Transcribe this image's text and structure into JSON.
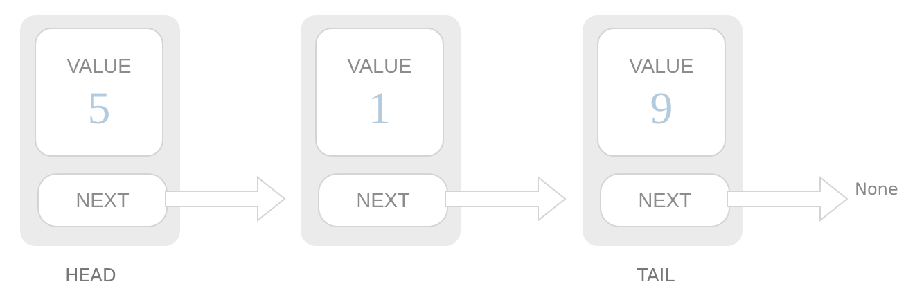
{
  "nodes": [
    {
      "value_label": "VALUE",
      "value": "5",
      "next_label": "NEXT"
    },
    {
      "value_label": "VALUE",
      "value": "1",
      "next_label": "NEXT"
    },
    {
      "value_label": "VALUE",
      "value": "9",
      "next_label": "NEXT"
    }
  ],
  "labels": {
    "head": "HEAD",
    "tail": "TAIL",
    "none": "None"
  },
  "colors": {
    "node_background": "#ebebeb",
    "box_border": "#d4d4d4",
    "value_number": "#b3cbdd",
    "label_text": "#8c8c8c",
    "caption_text": "#777777"
  }
}
